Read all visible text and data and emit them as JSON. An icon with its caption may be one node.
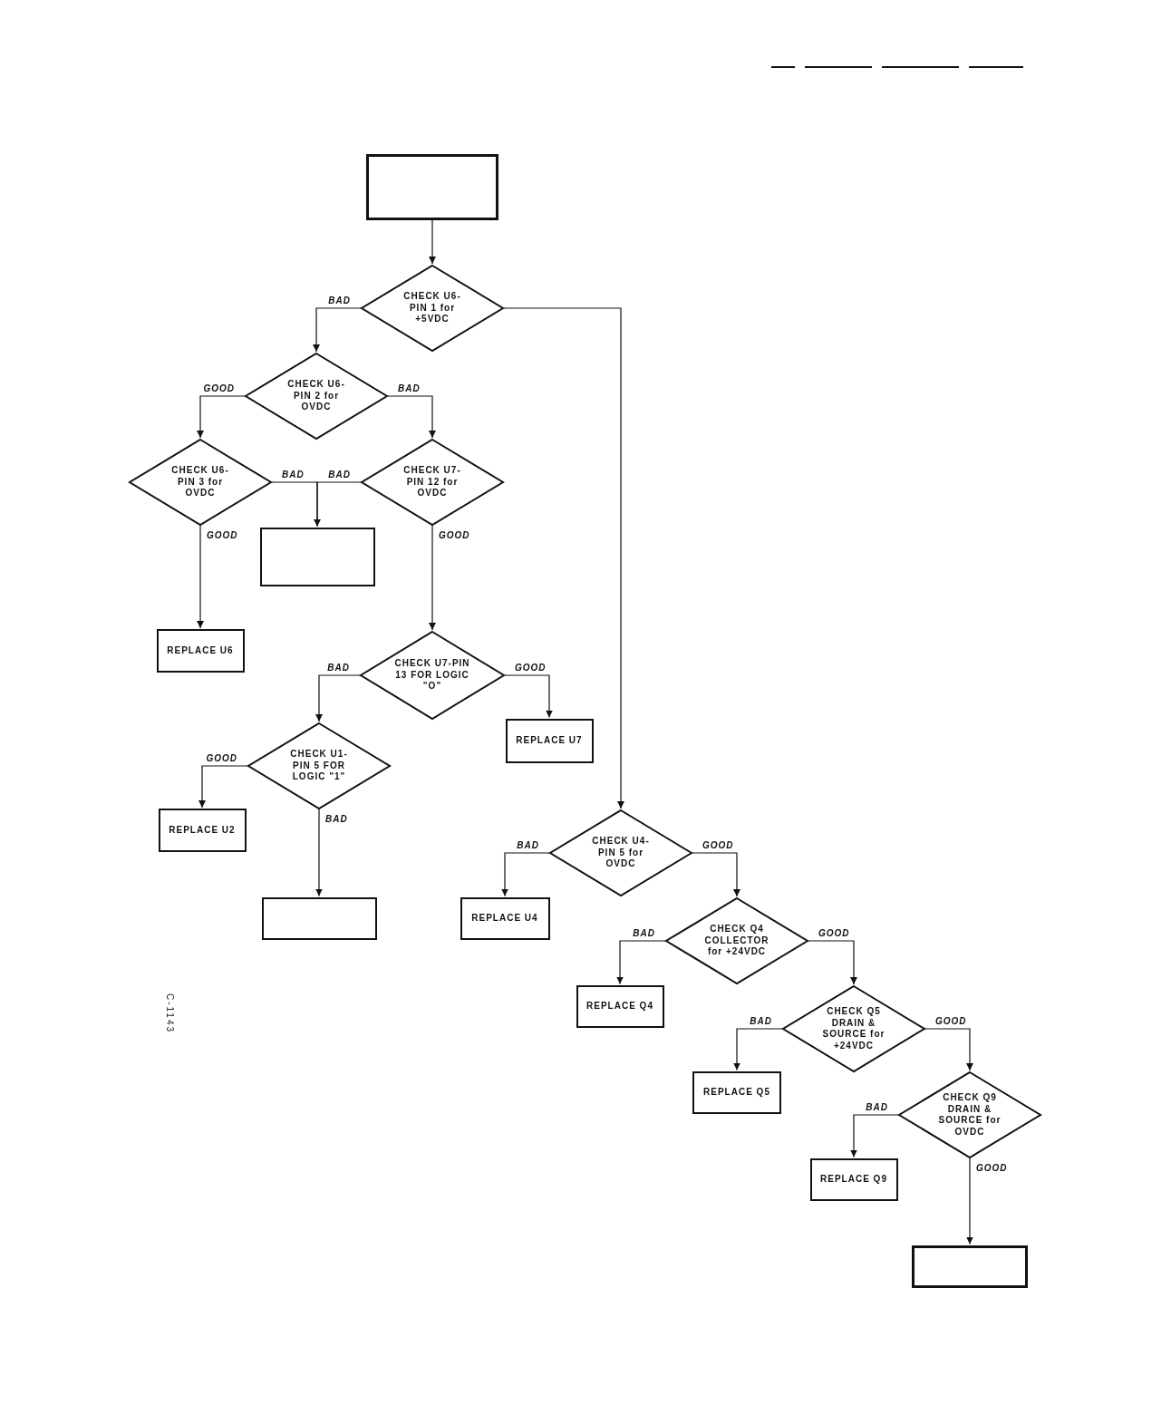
{
  "diagram": {
    "nodes": [
      {
        "text": [],
        "shape": "box"
      },
      {
        "text": [
          "CHECK U6-PIN 1 for +5VDC"
        ]
      },
      {
        "text": [
          "CHECK U6-PIN 2 for OVDC"
        ]
      },
      {
        "text": [
          "CHECK U6-PIN 3 for OVDC"
        ]
      },
      {
        "text": [
          "CHECK U7-PIN 12 for OVDC"
        ]
      },
      {
        "text": [],
        "shape": "box"
      },
      {
        "text": [
          "REPLACE U6"
        ]
      },
      {
        "text": [
          "CHECK U7-PIN 13 FOR LOGIC \"O\""
        ]
      },
      {
        "text": [
          "REPLACE U7"
        ]
      },
      {
        "text": [
          "CHECK U1-PIN 5 FOR LOGIC \"1\""
        ]
      },
      {
        "text": [
          "REPLACE U2"
        ]
      },
      {
        "text": [
          "CHECK U4-PIN 5 for OVDC"
        ]
      },
      {
        "text": [],
        "shape": "box"
      },
      {
        "text": [
          "REPLACE U4"
        ]
      },
      {
        "text": [
          "CHECK Q4 COLLECTOR for +24VDC"
        ]
      },
      {
        "text": [
          "REPLACE Q4"
        ]
      },
      {
        "text": [
          "CHECK Q5 DRAIN & SOURCE for +24VDC"
        ]
      },
      {
        "text": [
          "REPLACE Q5"
        ]
      },
      {
        "text": [
          "CHECK Q9 DRAIN & SOURCE for OVDC"
        ]
      },
      {
        "text": [
          "REPLACE Q9"
        ]
      },
      {
        "text": [],
        "shape": "box"
      }
    ],
    "edges": [
      {
        "from": 0,
        "to": 1,
        "arrow": "to"
      },
      {
        "from": 1,
        "to": 2,
        "arrow": "to",
        "label": "BAD"
      },
      {
        "from": 1,
        "to": 11,
        "arrow": "to"
      },
      {
        "from": 2,
        "to": 3,
        "arrow": "to",
        "label": "GOOD"
      },
      {
        "from": 2,
        "to": 4,
        "arrow": "to",
        "label": "BAD"
      },
      {
        "from": 3,
        "to": 5,
        "arrow": "to",
        "label": "BAD"
      },
      {
        "from": 4,
        "to": 5,
        "arrow": "to",
        "label": "BAD"
      },
      {
        "from": 3,
        "to": 6,
        "arrow": "to",
        "label": "GOOD"
      },
      {
        "from": 4,
        "to": 7,
        "arrow": "to",
        "label": "GOOD"
      },
      {
        "from": 7,
        "to": 9,
        "arrow": "to",
        "label": "BAD"
      },
      {
        "from": 7,
        "to": 8,
        "arrow": "to",
        "label": "GOOD"
      },
      {
        "from": 9,
        "to": 10,
        "arrow": "to",
        "label": "GOOD"
      },
      {
        "from": 9,
        "to": 12,
        "arrow": "to",
        "label": "BAD"
      },
      {
        "from": 11,
        "to": 13,
        "arrow": "to",
        "label": "BAD"
      },
      {
        "from": 11,
        "to": 14,
        "arrow": "to",
        "label": "GOOD"
      },
      {
        "from": 14,
        "to": 15,
        "arrow": "to",
        "label": "BAD"
      },
      {
        "from": 14,
        "to": 16,
        "arrow": "to",
        "label": "GOOD"
      },
      {
        "from": 16,
        "to": 17,
        "arrow": "to",
        "label": "BAD"
      },
      {
        "from": 16,
        "to": 18,
        "arrow": "to",
        "label": "GOOD"
      },
      {
        "from": 18,
        "to": 19,
        "arrow": "to",
        "label": "BAD"
      },
      {
        "from": 18,
        "to": 20,
        "arrow": "to",
        "label": "GOOD"
      }
    ],
    "labels": [
      "C-1143"
    ]
  }
}
